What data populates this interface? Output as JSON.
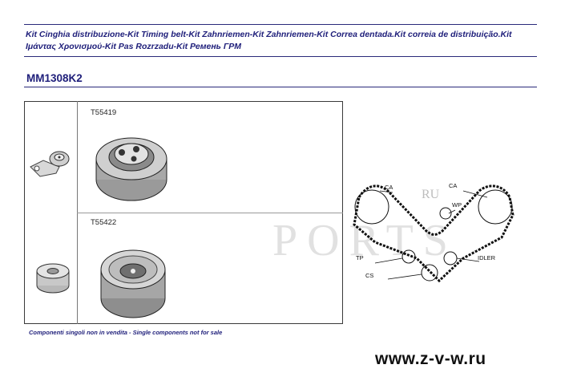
{
  "header": {
    "title": "Kit Cinghia distribuzione-Kit Timing belt-Kit Zahnriemen-Kit Zahnriemen-Kit Correa dentada.Kit correia de distribuição.Kit Ιμάντας Χρονισμού-Kit Pas Rozrzadu-Kit Ремень ГРМ",
    "kit_code": "MM1308K2"
  },
  "components": [
    {
      "part_number": "T55419",
      "icon": "tensioner-roller-icon"
    },
    {
      "part_number": "T55422",
      "icon": "idler-pulley-icon"
    }
  ],
  "diagram": {
    "labels": {
      "ca_left": "CA",
      "ca_right": "CA",
      "wp": "WP",
      "tp": "TP",
      "idler": "IDLER",
      "cs": "CS"
    }
  },
  "footer": {
    "note": "Componenti singoli non in vendita - Single components not for sale",
    "website": "www.z-v-w.ru"
  },
  "watermark": {
    "text": "PORTS",
    "sub": "RU"
  },
  "colors": {
    "text_blue": "#1e1e7a",
    "rule": "#2a2a7a"
  }
}
